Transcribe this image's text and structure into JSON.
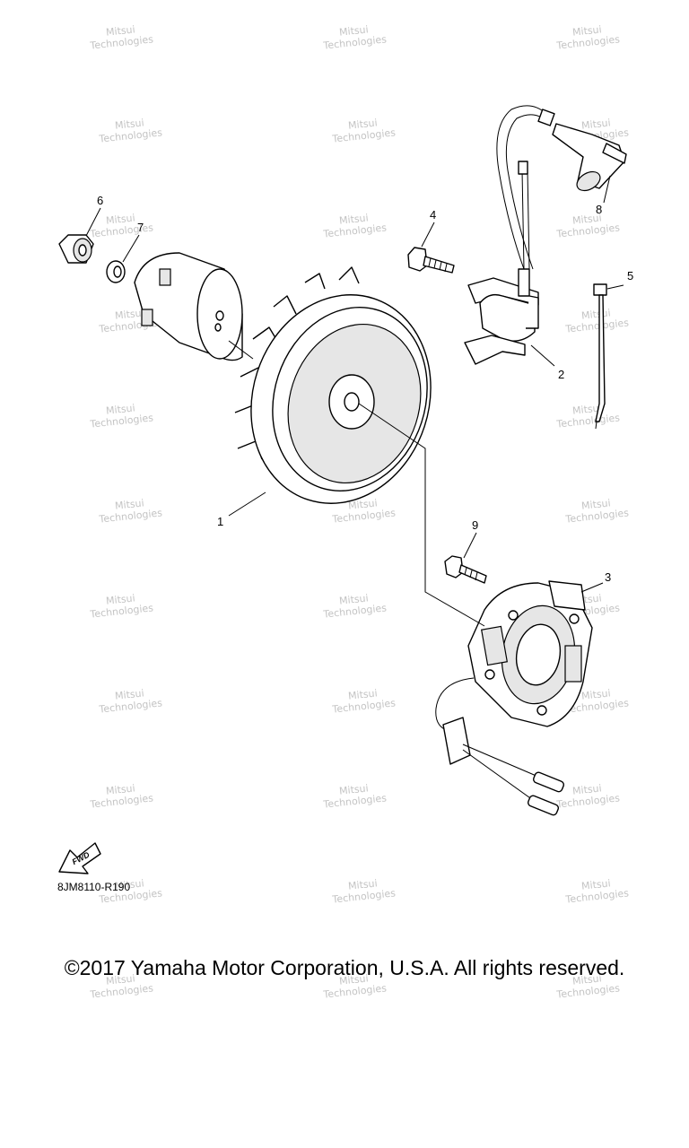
{
  "callouts": [
    "1",
    "2",
    "3",
    "4",
    "5",
    "6",
    "7",
    "8",
    "9"
  ],
  "fwd_label": "FWD",
  "diagram_code": "8JM8110-R190",
  "copyright": "©2017 Yamaha Motor Corporation, U.S.A. All rights reserved.",
  "watermark": [
    "Mitsui",
    "Technologies"
  ]
}
